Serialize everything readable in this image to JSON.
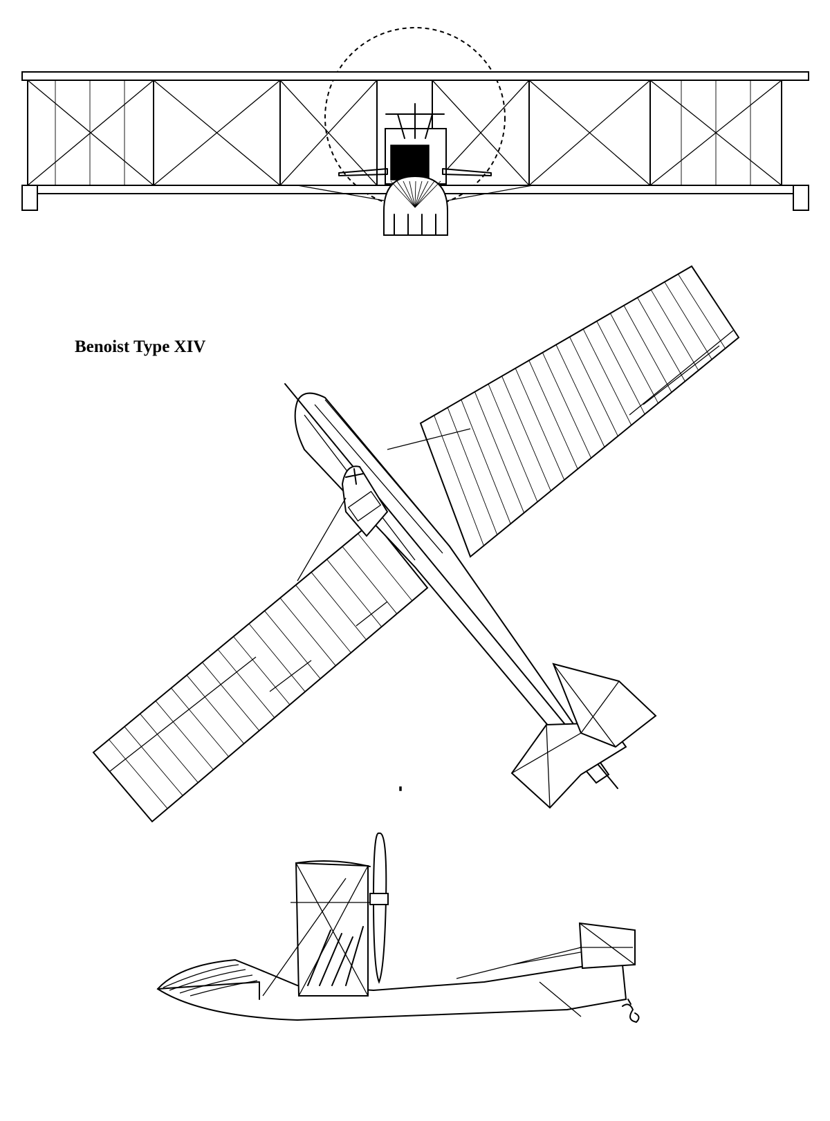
{
  "title": "Benoist Type XIV",
  "views": [
    {
      "name": "front-view"
    },
    {
      "name": "top-view"
    },
    {
      "name": "side-view"
    }
  ],
  "marks": {
    "signature": "artist-signature",
    "stray": "small-mark"
  }
}
